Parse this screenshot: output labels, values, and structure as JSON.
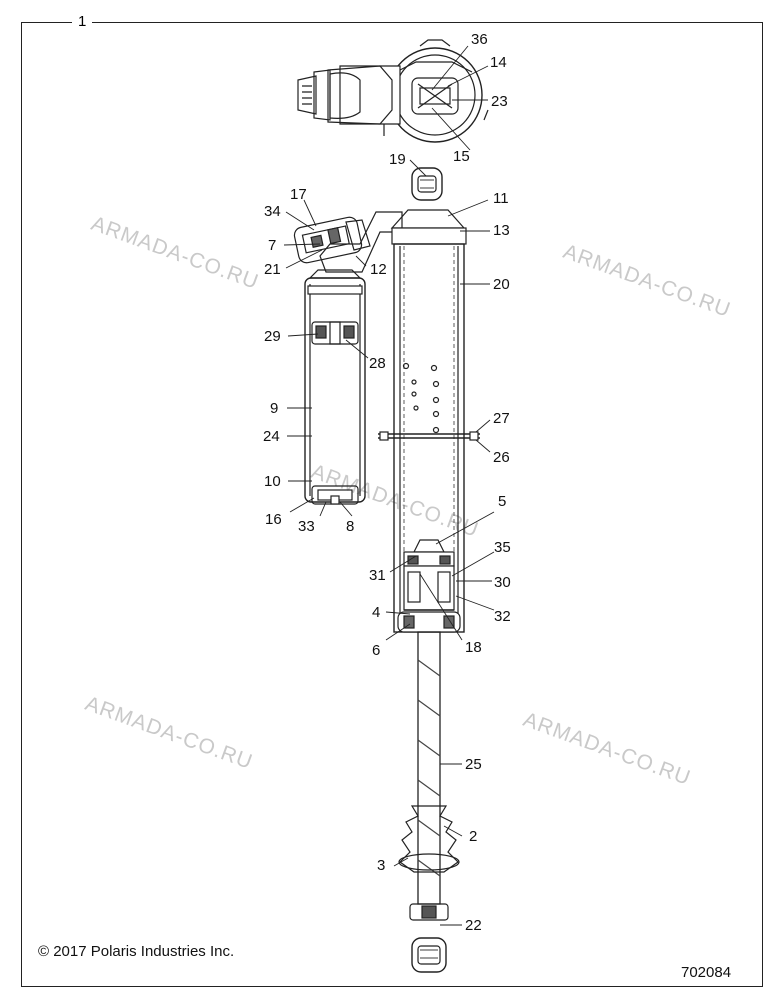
{
  "figure_number": "1",
  "copyright": "© 2017 Polaris Industries Inc.",
  "diagram_id": "702084",
  "watermark": "ARMADA-CO.RU",
  "callouts": {
    "c36": "36",
    "c14": "14",
    "c23": "23",
    "c15": "15",
    "c19": "19",
    "c17": "17",
    "c34": "34",
    "c11": "11",
    "c13": "13",
    "c7": "7",
    "c21": "21",
    "c12": "12",
    "c20": "20",
    "c29": "29",
    "c28": "28",
    "c9": "9",
    "c24": "24",
    "c27": "27",
    "c26": "26",
    "c10": "10",
    "c16": "16",
    "c33": "33",
    "c8": "8",
    "c5": "5",
    "c35": "35",
    "c31": "31",
    "c30": "30",
    "c4": "4",
    "c32": "32",
    "c6": "6",
    "c18": "18",
    "c25": "25",
    "c2": "2",
    "c3": "3",
    "c22": "22"
  }
}
